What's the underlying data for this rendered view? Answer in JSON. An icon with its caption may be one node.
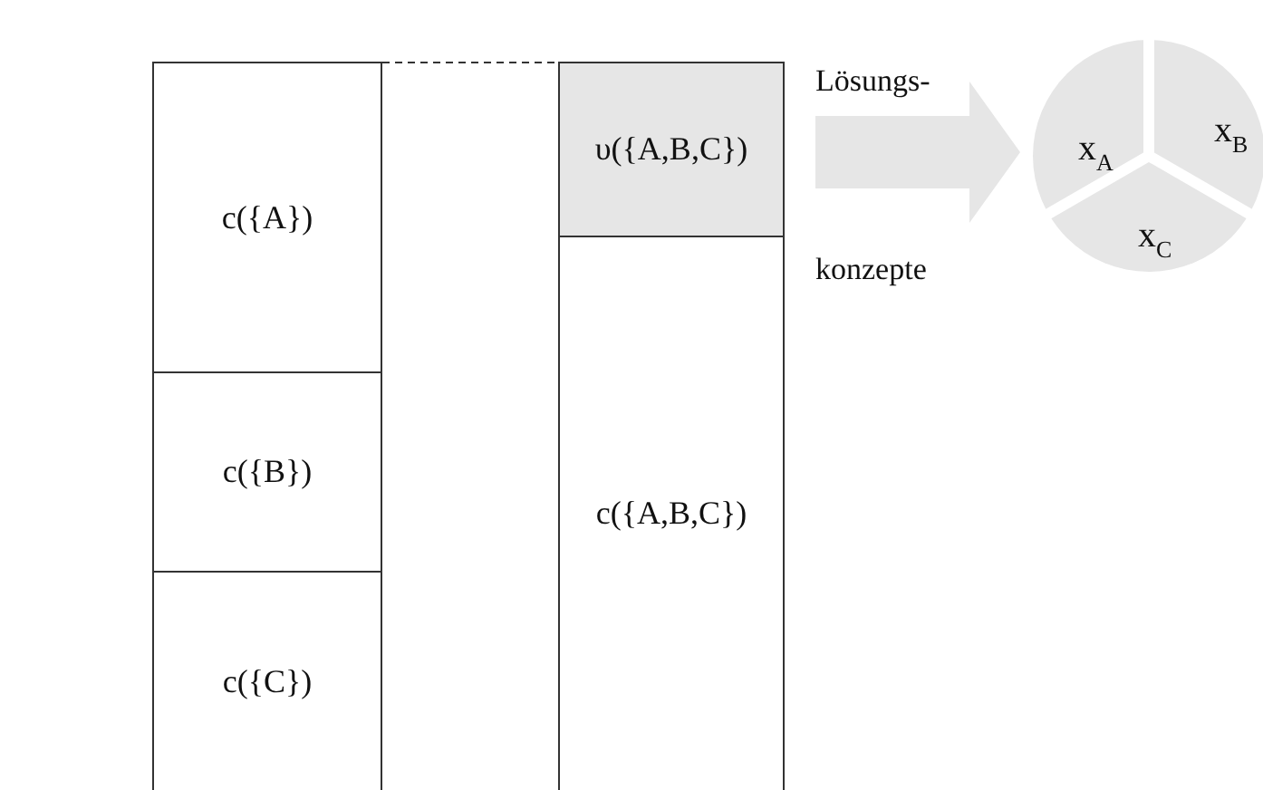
{
  "diagram": {
    "nodes": [
      {
        "text": [
          "c({A})"
        ]
      },
      {
        "text": [
          "c({B})"
        ]
      },
      {
        "text": [
          "c({C})"
        ]
      },
      {
        "text": [
          "υ({A,B,C})"
        ]
      },
      {
        "text": [
          "c({A,B,C})"
        ]
      },
      {
        "text": [],
        "shape": "circle"
      },
      {
        "text": [
          "x$_{A}$"
        ],
        "in": 5
      },
      {
        "text": [
          "x$_{B}$"
        ],
        "in": 5
      },
      {
        "text": [
          "x$_{C}$"
        ],
        "in": 5
      }
    ],
    "edges": [
      {
        "from": 0,
        "to": 3,
        "arrow": "none",
        "style": "dashed"
      },
      {
        "from": 3,
        "to": 5,
        "arrow": "to",
        "style": "thick",
        "color": "#e6e6e6",
        "label": "Lösungs- konzepte"
      }
    ]
  }
}
